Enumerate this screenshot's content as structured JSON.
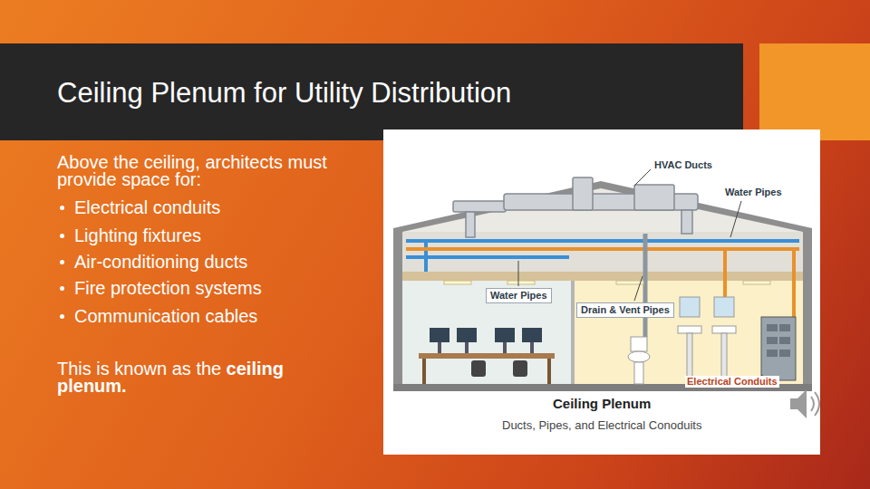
{
  "diagram": {
    "title": "Ceiling Plenum for Utility Distribution",
    "labels": [
      "Above the ceiling, architects must provide space for:",
      "Electrical conduits",
      "Lighting fixtures",
      "Air-conditioning ducts",
      "Fire protection systems",
      "Communication cables",
      "This is known as the",
      "ceiling plenum.",
      "HVAC Ducts",
      "Water Pipes",
      "Water Pipes",
      "Drain & Vent Pipes",
      "Electrical Conduits",
      "Ceiling Plenum",
      "Ducts, Pipes, and Electrical Conoduits"
    ]
  }
}
